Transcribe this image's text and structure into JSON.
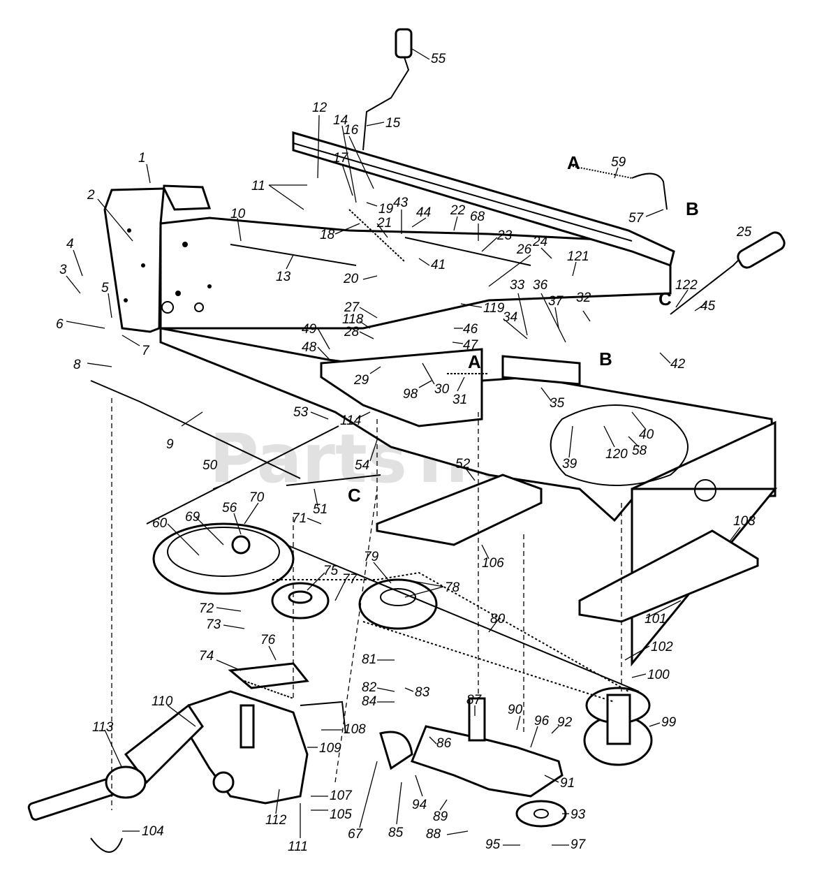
{
  "watermark": "PartsTree",
  "reference_letters": [
    "A",
    "B",
    "C"
  ],
  "callouts": [
    "1",
    "2",
    "3",
    "4",
    "5",
    "6",
    "7",
    "8",
    "9",
    "10",
    "11",
    "12",
    "13",
    "14",
    "15",
    "16",
    "17",
    "18",
    "19",
    "20",
    "21",
    "22",
    "23",
    "24",
    "25",
    "26",
    "27",
    "28",
    "29",
    "30",
    "31",
    "32",
    "33",
    "34",
    "35",
    "36",
    "37",
    "39",
    "40",
    "41",
    "42",
    "43",
    "44",
    "45",
    "46",
    "47",
    "48",
    "49",
    "50",
    "51",
    "52",
    "53",
    "54",
    "55",
    "56",
    "57",
    "58",
    "59",
    "60",
    "67",
    "68",
    "69",
    "70",
    "71",
    "72",
    "73",
    "74",
    "75",
    "76",
    "77",
    "78",
    "79",
    "80",
    "81",
    "82",
    "83",
    "84",
    "85",
    "86",
    "87",
    "88",
    "89",
    "90",
    "91",
    "92",
    "93",
    "94",
    "95",
    "96",
    "97",
    "98",
    "99",
    "100",
    "101",
    "102",
    "103",
    "104",
    "105",
    "106",
    "107",
    "108",
    "109",
    "110",
    "111",
    "112",
    "113",
    "114",
    "118",
    "119",
    "120",
    "121",
    "122"
  ]
}
